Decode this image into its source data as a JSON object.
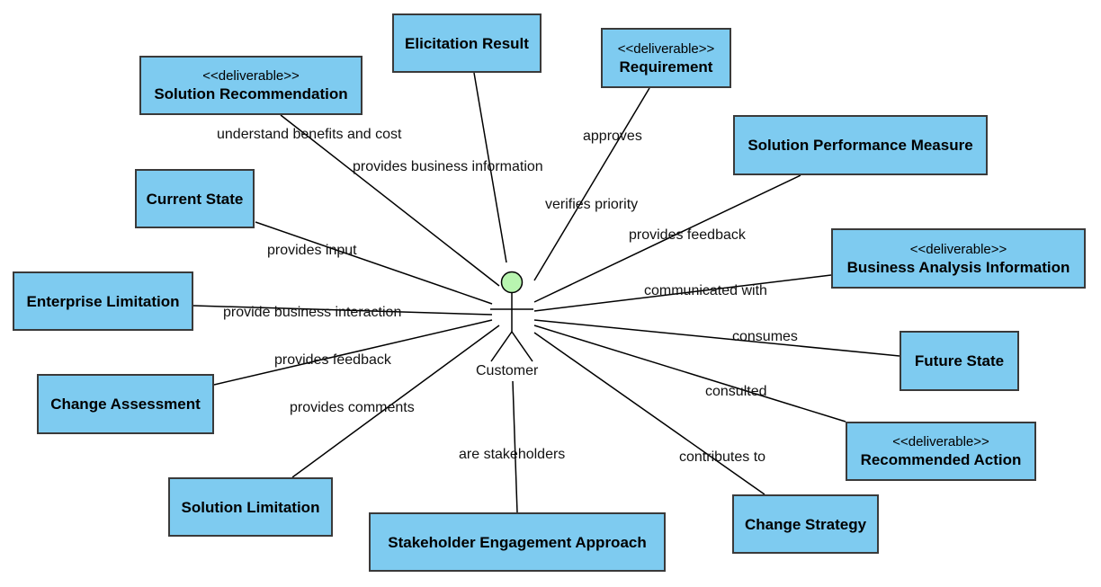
{
  "actor": {
    "name": "Customer"
  },
  "nodes": {
    "elicitation_result": {
      "name": "Elicitation Result"
    },
    "requirement": {
      "stereotype": "<<deliverable>>",
      "name": "Requirement"
    },
    "solution_recommendation": {
      "stereotype": "<<deliverable>>",
      "name": "Solution Recommendation"
    },
    "solution_performance_measure": {
      "name": "Solution Performance Measure"
    },
    "current_state": {
      "name": "Current State"
    },
    "business_analysis_information": {
      "stereotype": "<<deliverable>>",
      "name": "Business Analysis Information"
    },
    "enterprise_limitation": {
      "name": "Enterprise Limitation"
    },
    "future_state": {
      "name": "Future State"
    },
    "change_assessment": {
      "name": "Change Assessment"
    },
    "recommended_action": {
      "stereotype": "<<deliverable>>",
      "name": "Recommended Action"
    },
    "solution_limitation": {
      "name": "Solution Limitation"
    },
    "stakeholder_engagement_approach": {
      "name": "Stakeholder Engagement Approach"
    },
    "change_strategy": {
      "name": "Change Strategy"
    }
  },
  "relations": {
    "solution_recommendation": "understand benefits and cost",
    "elicitation_result": "provides business information",
    "requirement_approves": "approves",
    "requirement_verifies": "verifies priority",
    "solution_performance_measure": "provides feedback",
    "current_state": "provides input",
    "business_analysis_information": "communicated with",
    "enterprise_limitation": "provide business interaction",
    "future_state": "consumes",
    "change_assessment": "provides feedback",
    "recommended_action": "consulted",
    "solution_limitation": "provides comments",
    "stakeholder_engagement_approach": "are stakeholders",
    "change_strategy": "contributes to"
  },
  "colors": {
    "box_fill": "#7ecbf0",
    "box_border": "#3a3a3a",
    "actor_head": "#b8f5b0",
    "line": "#000000"
  }
}
